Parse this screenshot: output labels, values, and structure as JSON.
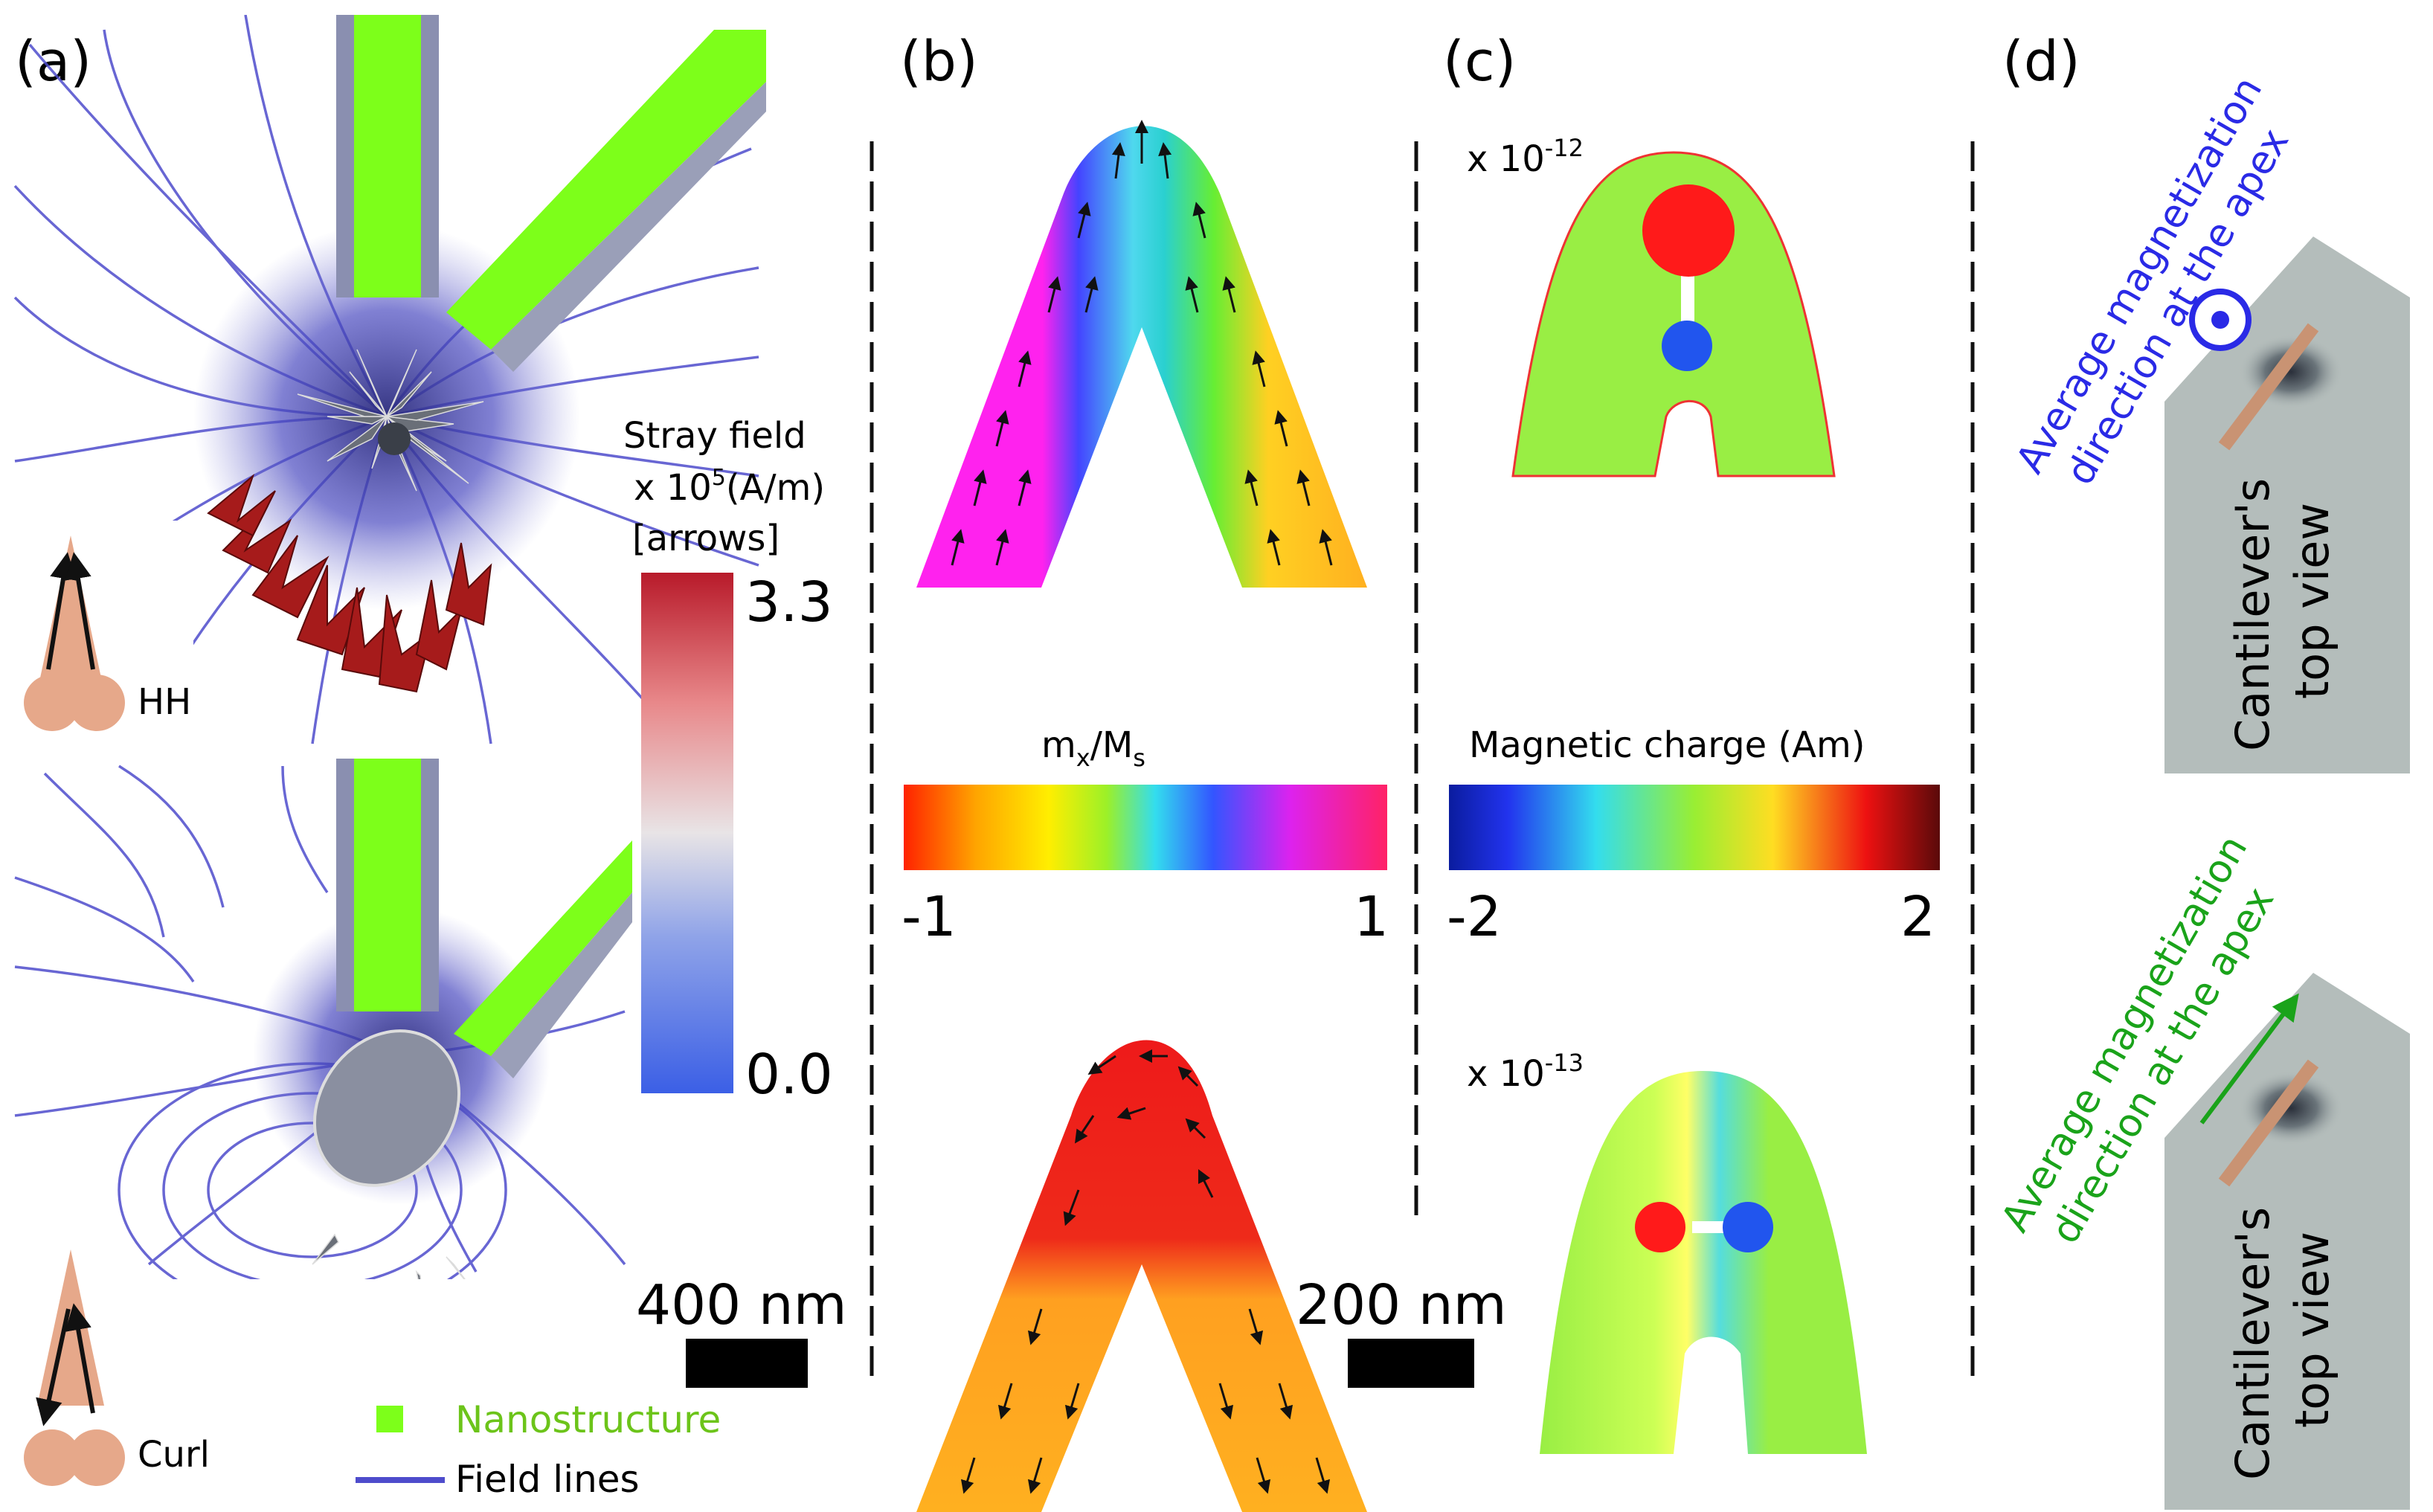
{
  "panels": {
    "a": {
      "label": "(a)",
      "colorbar": {
        "title_line1": "Stray field",
        "title_line2_prefix": "x 10",
        "title_line2_exp": "5",
        "title_line2_suffix": "(A/m)",
        "title_line3": "[arrows]",
        "max": "3.3",
        "min": "0.0"
      },
      "insets": [
        {
          "label": "HH"
        },
        {
          "label": "Curl"
        }
      ],
      "scalebar": "400 nm",
      "legend": {
        "nanostructure": "Nanostructure",
        "field_lines": "Field lines",
        "nanostructure_color": "#7dff1a",
        "field_lines_color": "#4e4ccc"
      }
    },
    "b": {
      "label": "(b)",
      "colorbar": {
        "title_base": "m",
        "title_sub1": "x",
        "title_sep": "/M",
        "title_sub2": "s",
        "min": "-1",
        "max": "1"
      },
      "scalebar": "200 nm"
    },
    "c": {
      "label": "(c)",
      "top_scale_prefix": "x 10",
      "top_scale_exp": "-12",
      "bottom_scale_prefix": "x 10",
      "bottom_scale_exp": "-13",
      "colorbar": {
        "title": "Magnetic charge (Am)",
        "min": "-2",
        "max": "2"
      }
    },
    "d": {
      "label": "(d)",
      "top_text_line1": "Average magnetization",
      "top_text_line2": "direction at the apex",
      "top_text_color": "#2a2ae6",
      "bottom_text_line1": "Average magnetization",
      "bottom_text_line2": "direction at the apex",
      "bottom_text_color": "#1aa31a",
      "cantilever_line1": "Cantilever's",
      "cantilever_line2": "top view"
    }
  },
  "colors": {
    "nanostructure_green": "#7dff1a",
    "charge_positive": "#ff1a1a",
    "charge_negative": "#2155ee",
    "cantilever_gray": "#b4bdbb",
    "arrow_dark_red": "#a61b1b",
    "pad_peach": "#e6a88a"
  }
}
